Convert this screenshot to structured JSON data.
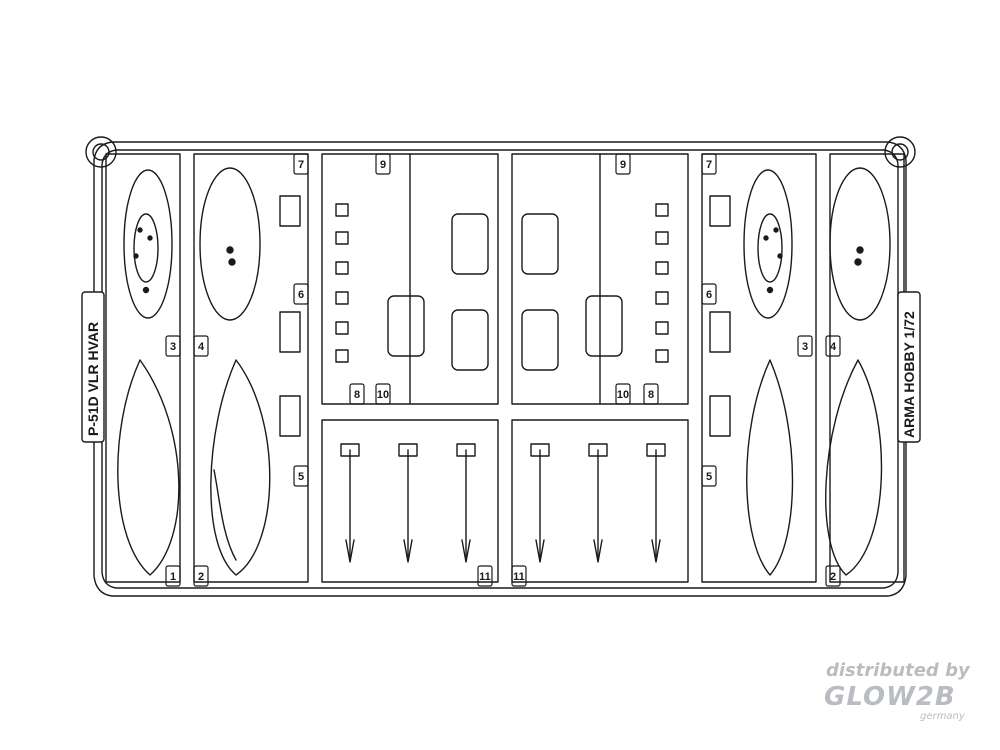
{
  "sprue": {
    "kit_name": "P-51D VLR HVAR",
    "manufacturer": "ARMA HOBBY 1/72",
    "part_numbers": {
      "p1": "1",
      "p2": "2",
      "p3": "3",
      "p4": "4",
      "p5": "5",
      "p6": "6",
      "p7": "7",
      "p8": "8",
      "p9": "9",
      "p10": "10",
      "p11": "11"
    }
  },
  "watermark": {
    "line1": "distributed by",
    "logo": "GLOW2B",
    "line3": "germany"
  }
}
